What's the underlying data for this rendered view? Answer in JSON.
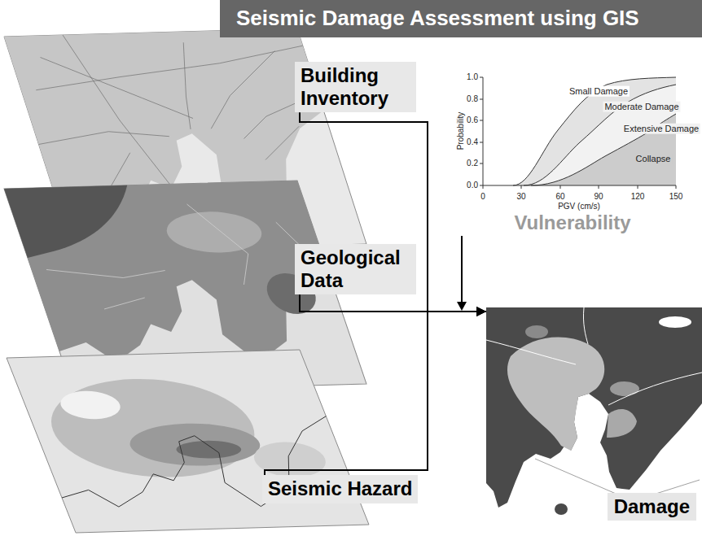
{
  "diagram": {
    "title": "Seismic Damage Assessment using GIS",
    "nodes": [
      {
        "text": [
          "Building Inventory"
        ]
      },
      {
        "text": [
          "Geological Data"
        ]
      },
      {
        "text": [
          "Seismic Hazard"
        ]
      },
      {
        "text": [
          "Damage"
        ]
      }
    ],
    "edges": [
      {
        "from": 0,
        "to": 3,
        "arrow": "to"
      },
      {
        "from": 1,
        "to": 3,
        "arrow": "to"
      },
      {
        "from": 2,
        "to": 3,
        "arrow": "to"
      }
    ],
    "labels": [
      "1.0",
      "0.8",
      "0.6",
      "0.4",
      "0.2",
      "0.0",
      "Probability",
      "Small Damage",
      "Moderate Damage",
      "Extensive Damage",
      "Collapse",
      "0",
      "30",
      "60",
      "90",
      "120",
      "150",
      "PGV (cm/s)",
      "Vulnerability"
    ]
  }
}
